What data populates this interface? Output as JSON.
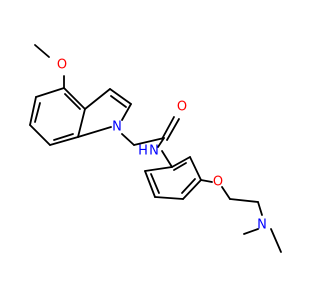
{
  "molecule": {
    "atom_labels": {
      "O_methoxy": "O",
      "N_indole": "N",
      "O_carbonyl": "O",
      "N_amide": "N",
      "H_amide": "H",
      "O_ether": "O",
      "N_amine": "N"
    },
    "colors": {
      "bond": "#000000",
      "nitrogen": "#0000ff",
      "oxygen": "#ff0000"
    }
  }
}
